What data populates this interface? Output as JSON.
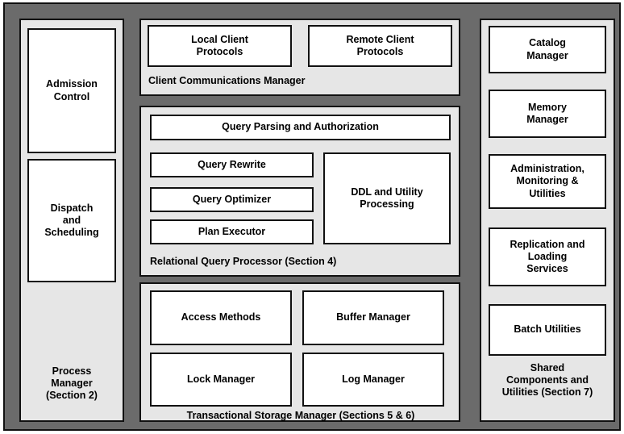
{
  "diagram": {
    "colors": {
      "background_field": "#6b6b6b",
      "group_panel": "#e6e6e6",
      "component_box": "#ffffff",
      "stroke": "#111111",
      "text": "#000000"
    }
  },
  "process_manager": {
    "caption": "Process\nManager\n(Section 2)",
    "boxes": [
      {
        "label": "Admission\nControl"
      },
      {
        "label": "Dispatch\nand\nScheduling"
      }
    ]
  },
  "client_communications_manager": {
    "caption": "Client Communications Manager",
    "boxes": [
      {
        "label": "Local Client\nProtocols"
      },
      {
        "label": "Remote Client\nProtocols"
      }
    ]
  },
  "relational_query_processor": {
    "caption": "Relational Query Processor (Section 4)",
    "boxes": [
      {
        "label": "Query Parsing and Authorization"
      },
      {
        "label": "Query Rewrite"
      },
      {
        "label": "Query Optimizer"
      },
      {
        "label": "Plan Executor"
      },
      {
        "label": "DDL and Utility\nProcessing"
      }
    ]
  },
  "transactional_storage_manager": {
    "caption": "Transactional Storage Manager (Sections 5 & 6)",
    "boxes": [
      {
        "label": "Access Methods"
      },
      {
        "label": "Buffer Manager"
      },
      {
        "label": "Lock Manager"
      },
      {
        "label": "Log Manager"
      }
    ]
  },
  "shared_components_and_utilities": {
    "caption": "Shared\nComponents and\nUtilities (Section 7)",
    "boxes": [
      {
        "label": "Catalog\nManager"
      },
      {
        "label": "Memory\nManager"
      },
      {
        "label": "Administration,\nMonitoring &\nUtilities"
      },
      {
        "label": "Replication and\nLoading\nServices"
      },
      {
        "label": "Batch Utilities"
      }
    ]
  }
}
